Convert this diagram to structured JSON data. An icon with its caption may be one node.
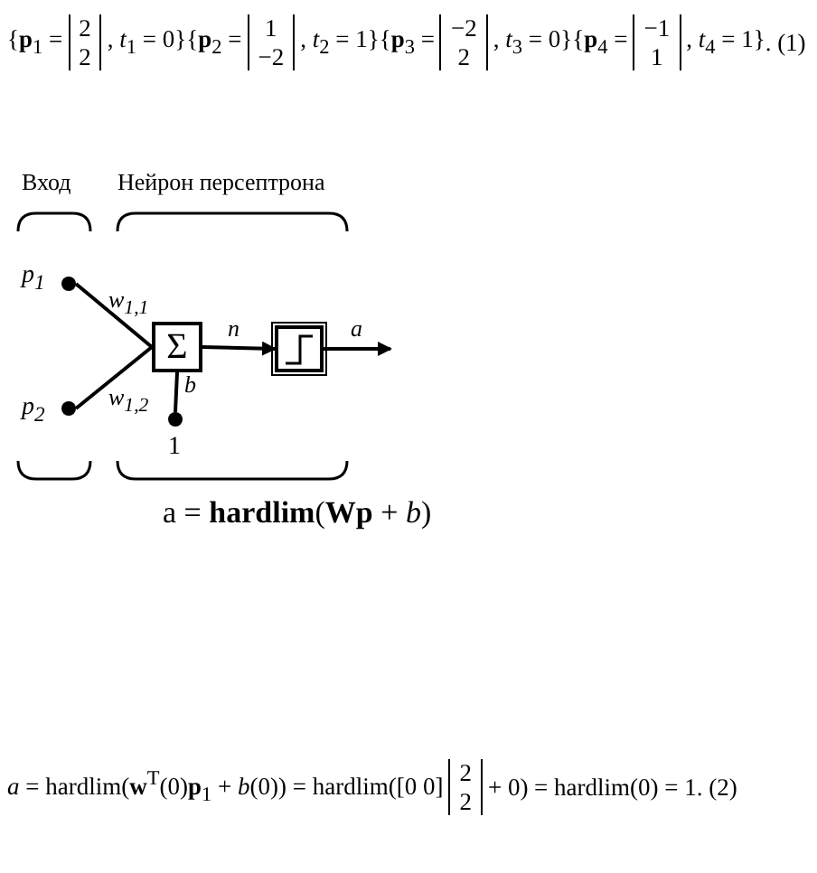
{
  "diagram": {
    "nodes": [
      {
        "text": [],
        "shape": "circle",
        "beside": [
          "p$_{1}$"
        ]
      },
      {
        "text": [],
        "shape": "circle",
        "beside": [
          "p$_{2}$"
        ]
      },
      {
        "text": [
          "Σ"
        ]
      },
      {
        "text": [],
        "shape": "circle",
        "beside": [
          "1"
        ]
      },
      {
        "text": [],
        "shape": "box"
      }
    ],
    "edges": [
      {
        "from": 0,
        "to": 2,
        "arrow": "none",
        "label": "w$_{1,1}$"
      },
      {
        "from": 1,
        "to": 2,
        "arrow": "none",
        "label": "w$_{1,2}$"
      },
      {
        "from": 3,
        "to": 2,
        "arrow": "none",
        "label": "b"
      },
      {
        "from": 2,
        "to": 4,
        "arrow": "to",
        "label": "n"
      },
      {
        "from": 4,
        "to": null,
        "arrow": "to",
        "label": "a"
      }
    ],
    "labels": [
      "{**p**$_{1}$ =",
      "2",
      "2",
      ", *t*$_{1}$ = 0}",
      "{**p**$_{2}$ =",
      "1",
      "−2",
      ", *t*$_{2}$ = 1}",
      "{**p**$_{3}$ =",
      "−2",
      "2",
      ", *t*$_{3}$ = 0}",
      "{**p**$_{4}$ =",
      "−1",
      "1",
      ", *t*$_{4}$ = 1}",
      ". (1)",
      "Вход",
      "Нейрон персептрона",
      "a = **hardlim**(**Wp** + *b*)",
      "*a* = hardlim(**w**$^{T}$(0)**p**$_{1}$ + *b*(0)) = hardlim([0 0]",
      "2",
      "2",
      "+ 0) = hardlim(0) = 1. (2)"
    ]
  }
}
